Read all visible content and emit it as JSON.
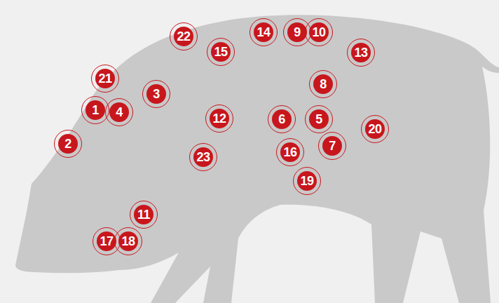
{
  "diagram": {
    "labels": [
      "14",
      "9",
      "10",
      "22",
      "15",
      "13",
      "21",
      "8",
      "3",
      "1",
      "4",
      "12",
      "6",
      "5",
      "20",
      "2",
      "7",
      "16",
      "23",
      "19",
      "11",
      "17",
      "18"
    ]
  }
}
